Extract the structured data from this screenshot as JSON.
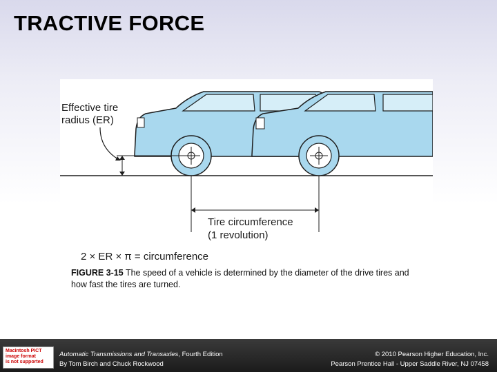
{
  "slide": {
    "title": "TRACTIVE FORCE"
  },
  "figure": {
    "label_er_line1": "Effective tire",
    "label_er_line2": "radius (ER)",
    "label_circ_line1": "Tire circumference",
    "label_circ_line2": "(1 revolution)",
    "formula": "2 × ER × π = circumference",
    "car_color": "#a9d8ee",
    "outline_color": "#1e1e1e"
  },
  "caption": {
    "figure_number": "FIGURE 3-15",
    "text": " The speed of a vehicle is determined by the diameter of the drive tires and how fast the tires are turned."
  },
  "footer": {
    "pict_notice_line1": "Macintosh PICT",
    "pict_notice_line2": "image format",
    "pict_notice_line3": "is not supported",
    "book_title": "Automatic Transmissions and Transaxles",
    "edition": ", Fourth Edition",
    "authors": "By Tom Birch and Chuck Rockwood",
    "copyright": "© 2010 Pearson Higher Education, Inc.",
    "publisher": "Pearson Prentice Hall - Upper Saddle River, NJ 07458"
  }
}
